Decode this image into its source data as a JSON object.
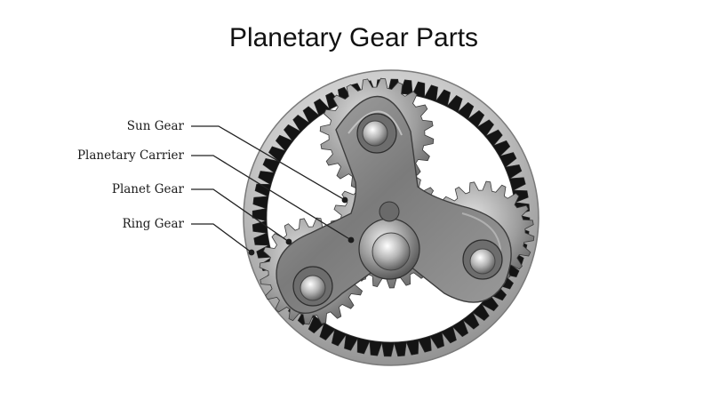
{
  "title": "Planetary Gear Parts",
  "labels": [
    {
      "id": "sun-gear",
      "text": "Sun Gear"
    },
    {
      "id": "planetary-carrier",
      "text": "Planetary Carrier"
    },
    {
      "id": "planet-gear",
      "text": "Planet Gear"
    },
    {
      "id": "ring-gear",
      "text": "Ring Gear"
    }
  ],
  "colors": {
    "background": "#ffffff",
    "ring_outer": "#b9b9b9",
    "ring_band": "#d8d8d8",
    "gear_body": "#a7a7a7",
    "carrier": "#8c8c8c",
    "tooth_gap": "#141414"
  }
}
